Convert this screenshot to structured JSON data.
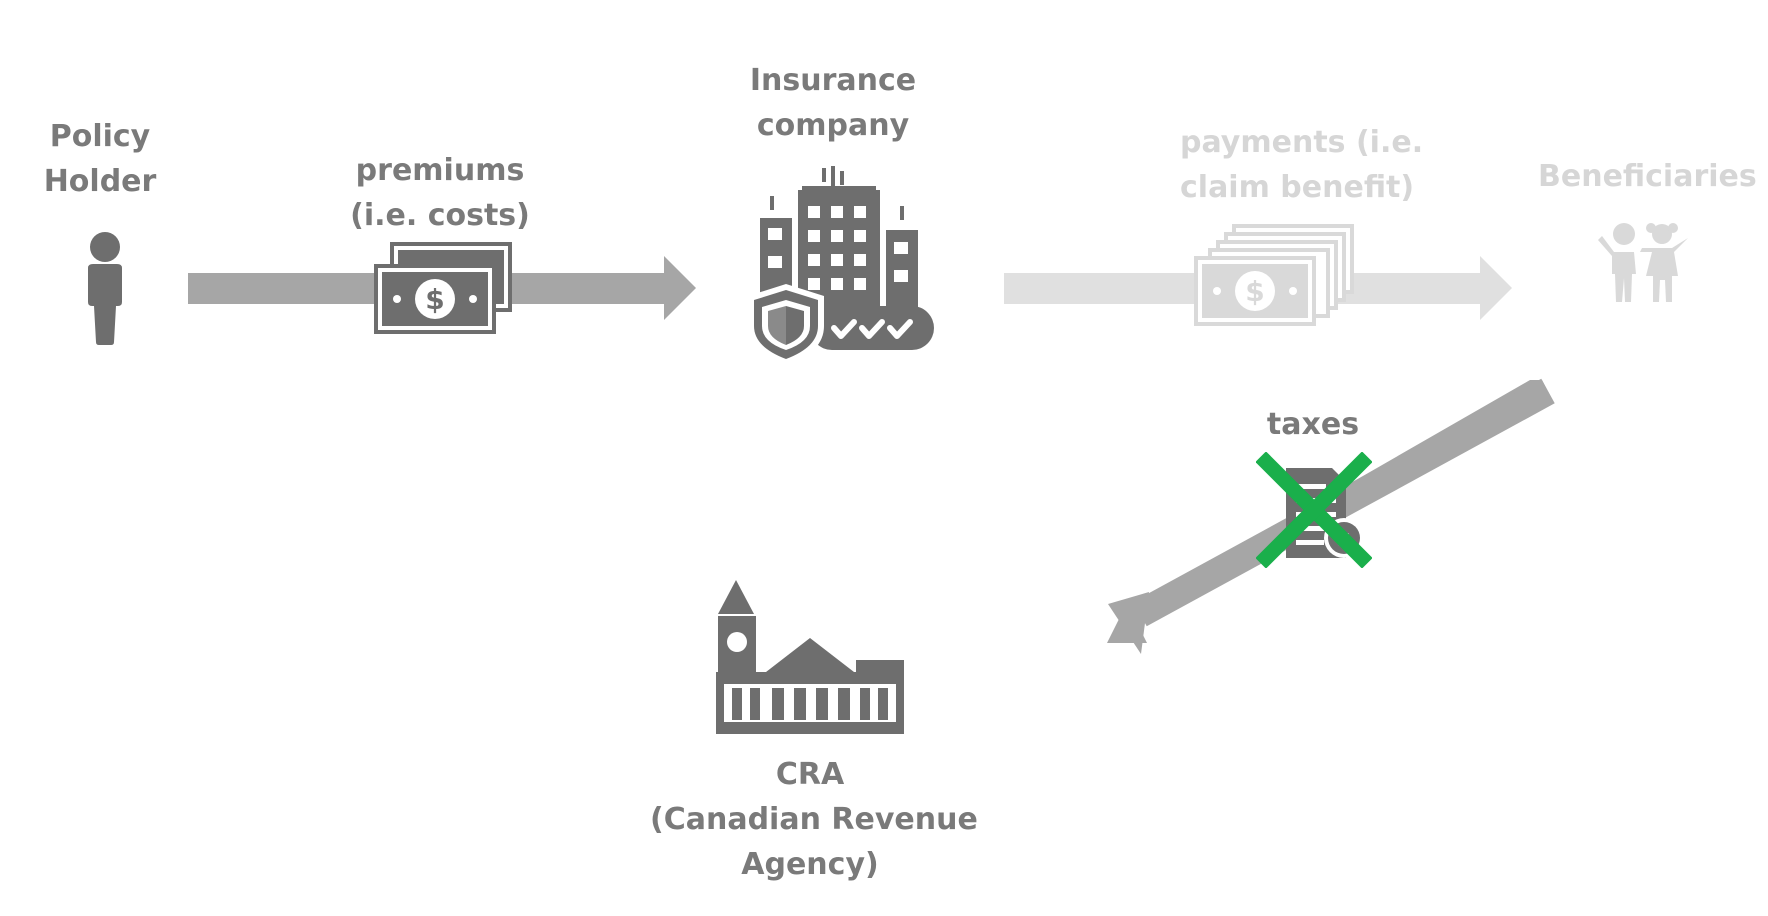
{
  "nodes": {
    "policy_holder": {
      "line1": "Policy",
      "line2": "Holder"
    },
    "premiums": {
      "line1": "premiums",
      "line2": "(i.e. costs)"
    },
    "insurer": {
      "line1": "Insurance",
      "line2": "company"
    },
    "payments": {
      "line1": "payments (i.e.",
      "line2": "claim benefit)"
    },
    "beneficiaries": {
      "line1": "Beneficiaries"
    },
    "taxes": {
      "line1": "taxes"
    },
    "cra": {
      "line1": "CRA",
      "line2": "(Canadian Revenue",
      "line3": "Agency)"
    }
  },
  "icons": {
    "policy_holder": "person-icon",
    "premiums": "money-bills-icon",
    "insurer": "insurance-building-icon",
    "payments": "money-stack-icon",
    "beneficiaries": "children-icon",
    "taxes": "tax-document-icon",
    "no_tax_mark": "cross-mark-icon",
    "cra": "government-building-icon"
  },
  "colors": {
    "active": "#7a7a7a",
    "faded": "#d6d6d6",
    "arrow_active": "#a6a6a6",
    "arrow_faded": "#e0e0e0",
    "cross_mark": "#1aaf4b"
  }
}
